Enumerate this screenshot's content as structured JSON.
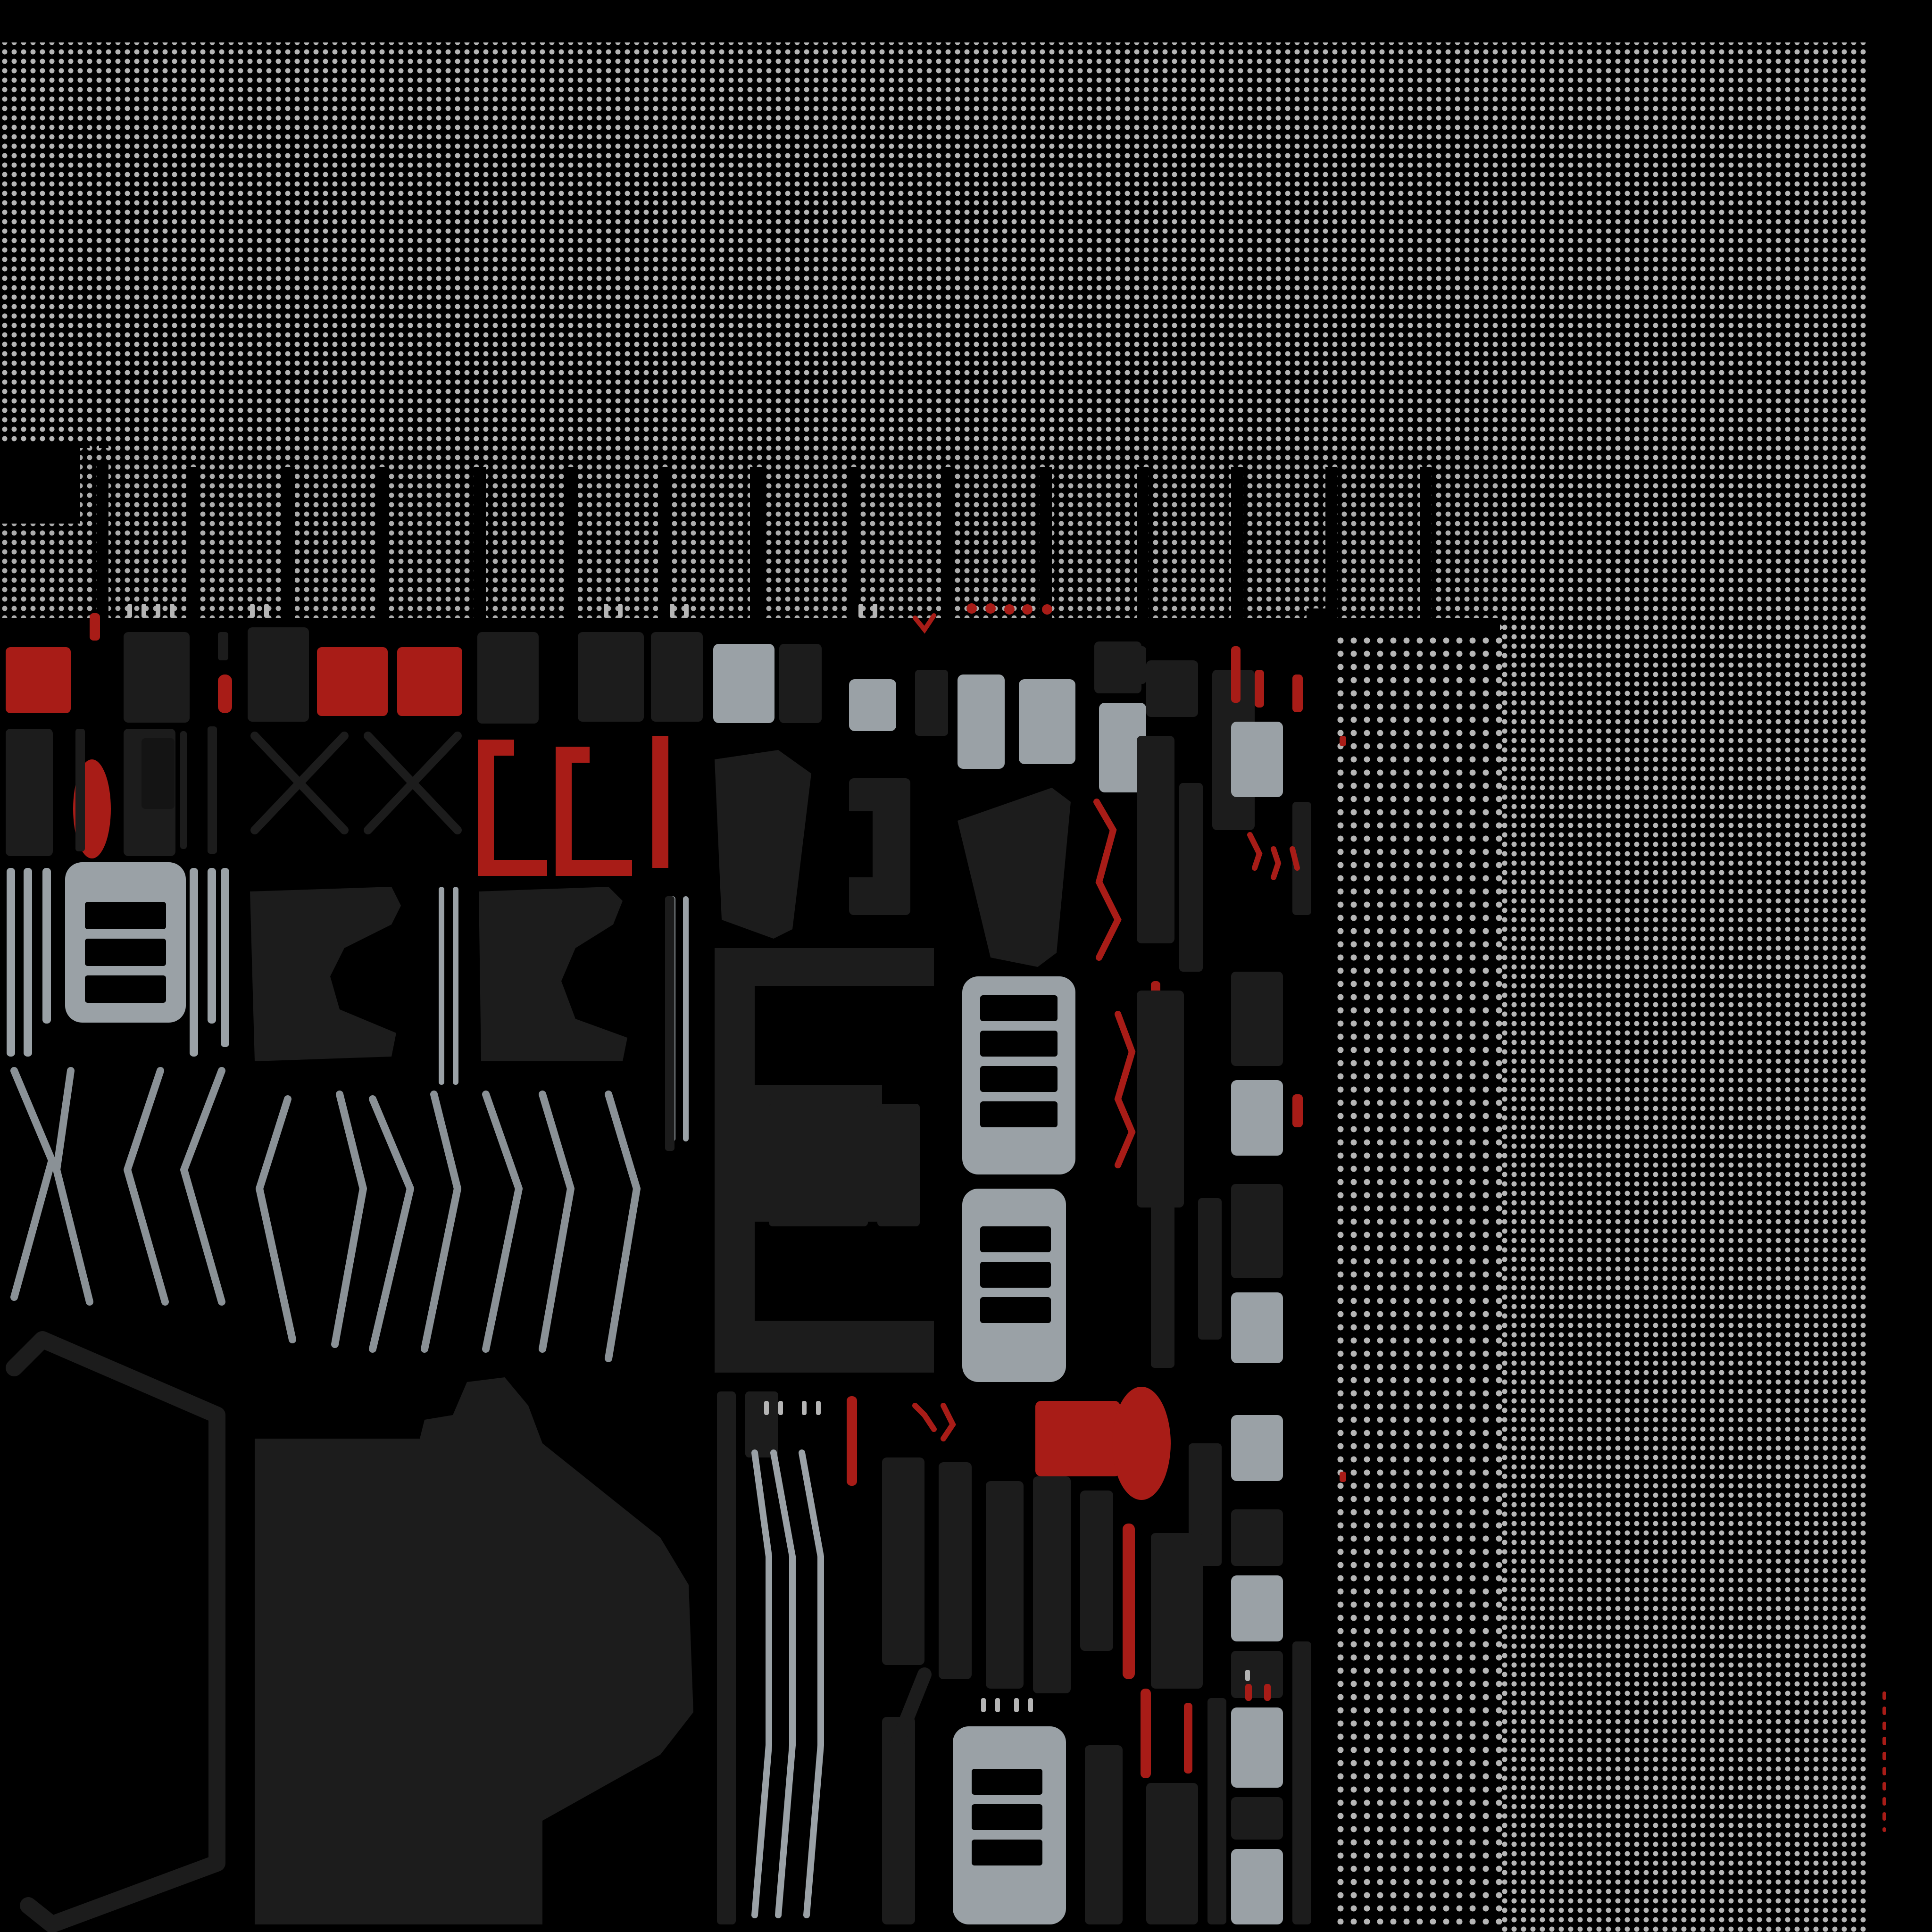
{
  "palette": {
    "background": "#000000",
    "panel": "#1c1c1c",
    "panel_dark": "#141414",
    "dot": "#b5b5b5",
    "grey": "#8a9196",
    "grey_light": "#9aa1a6",
    "red": "#a81c17"
  },
  "regions": [
    {
      "name": "dot-grid-top-band",
      "kind": "dot-grid"
    },
    {
      "name": "dot-grid-right-band",
      "kind": "dot-grid"
    },
    {
      "name": "striped-dot-columns",
      "kind": "dot-grid"
    },
    {
      "name": "panel-blocks-row",
      "kind": "panels"
    },
    {
      "name": "chevron-strips",
      "kind": "grey-strokes"
    },
    {
      "name": "radio-body-shell",
      "kind": "panel"
    },
    {
      "name": "handle-outline",
      "kind": "stroke"
    },
    {
      "name": "component-column-center",
      "kind": "panels"
    },
    {
      "name": "component-column-right",
      "kind": "panels"
    }
  ]
}
